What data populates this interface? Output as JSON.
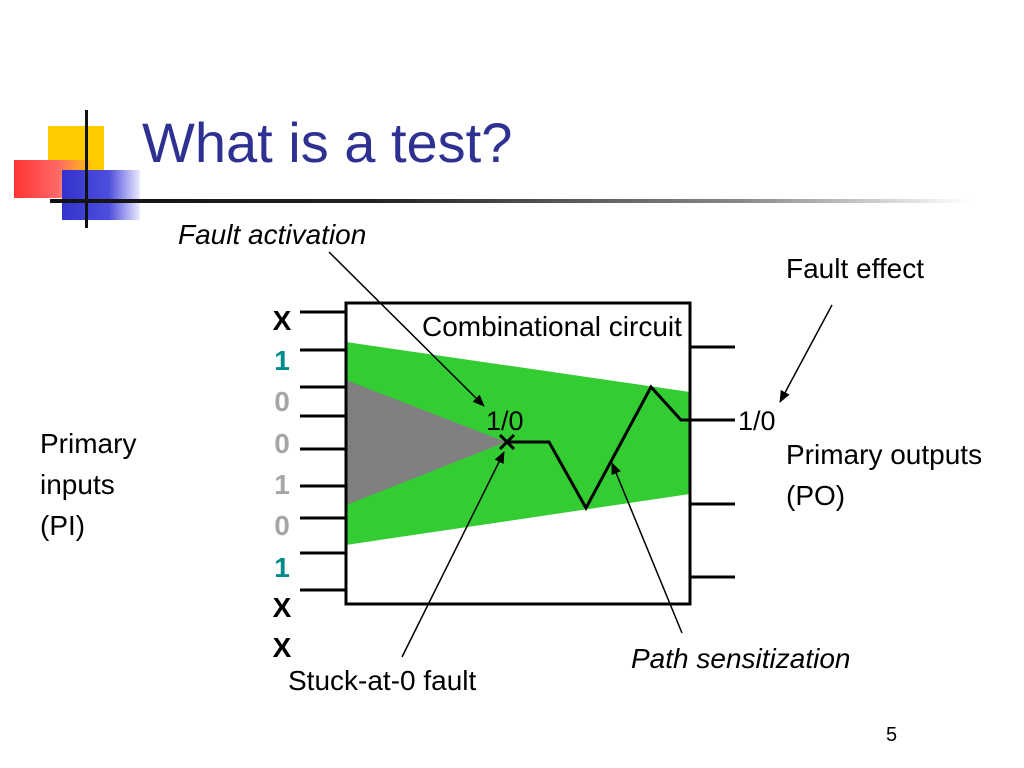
{
  "slide": {
    "title": "What is a test?",
    "page_number": "5"
  },
  "labels": {
    "fault_activation": "Fault activation",
    "fault_effect": "Fault effect",
    "combinational_circuit": "Combinational circuit",
    "fault_site_value": "1/0",
    "output_value": "1/0",
    "primary_inputs": "Primary\ninputs\n(PI)",
    "primary_outputs_line1": "Primary outputs",
    "primary_outputs_line2": "(PO)",
    "stuck_at_fault": "Stuck-at-0 fault",
    "path_sensitization": "Path sensitization"
  },
  "inputs": [
    {
      "value": "X",
      "color": "#000000"
    },
    {
      "value": "1",
      "color": "#008b8b"
    },
    {
      "value": "0",
      "color": "#a6a6a6"
    },
    {
      "value": "0",
      "color": "#a6a6a6"
    },
    {
      "value": "1",
      "color": "#a6a6a6"
    },
    {
      "value": "0",
      "color": "#a6a6a6"
    },
    {
      "value": "1",
      "color": "#008b8b"
    },
    {
      "value": "X",
      "color": "#000000"
    },
    {
      "value": "X",
      "color": "#000000"
    }
  ],
  "colors": {
    "title": "#2e3192",
    "cone_green": "#33cc33",
    "cone_gray": "#808080",
    "accent_yellow": "#ffcc00",
    "accent_red": "#ff3333",
    "accent_blue": "#3333cc"
  }
}
